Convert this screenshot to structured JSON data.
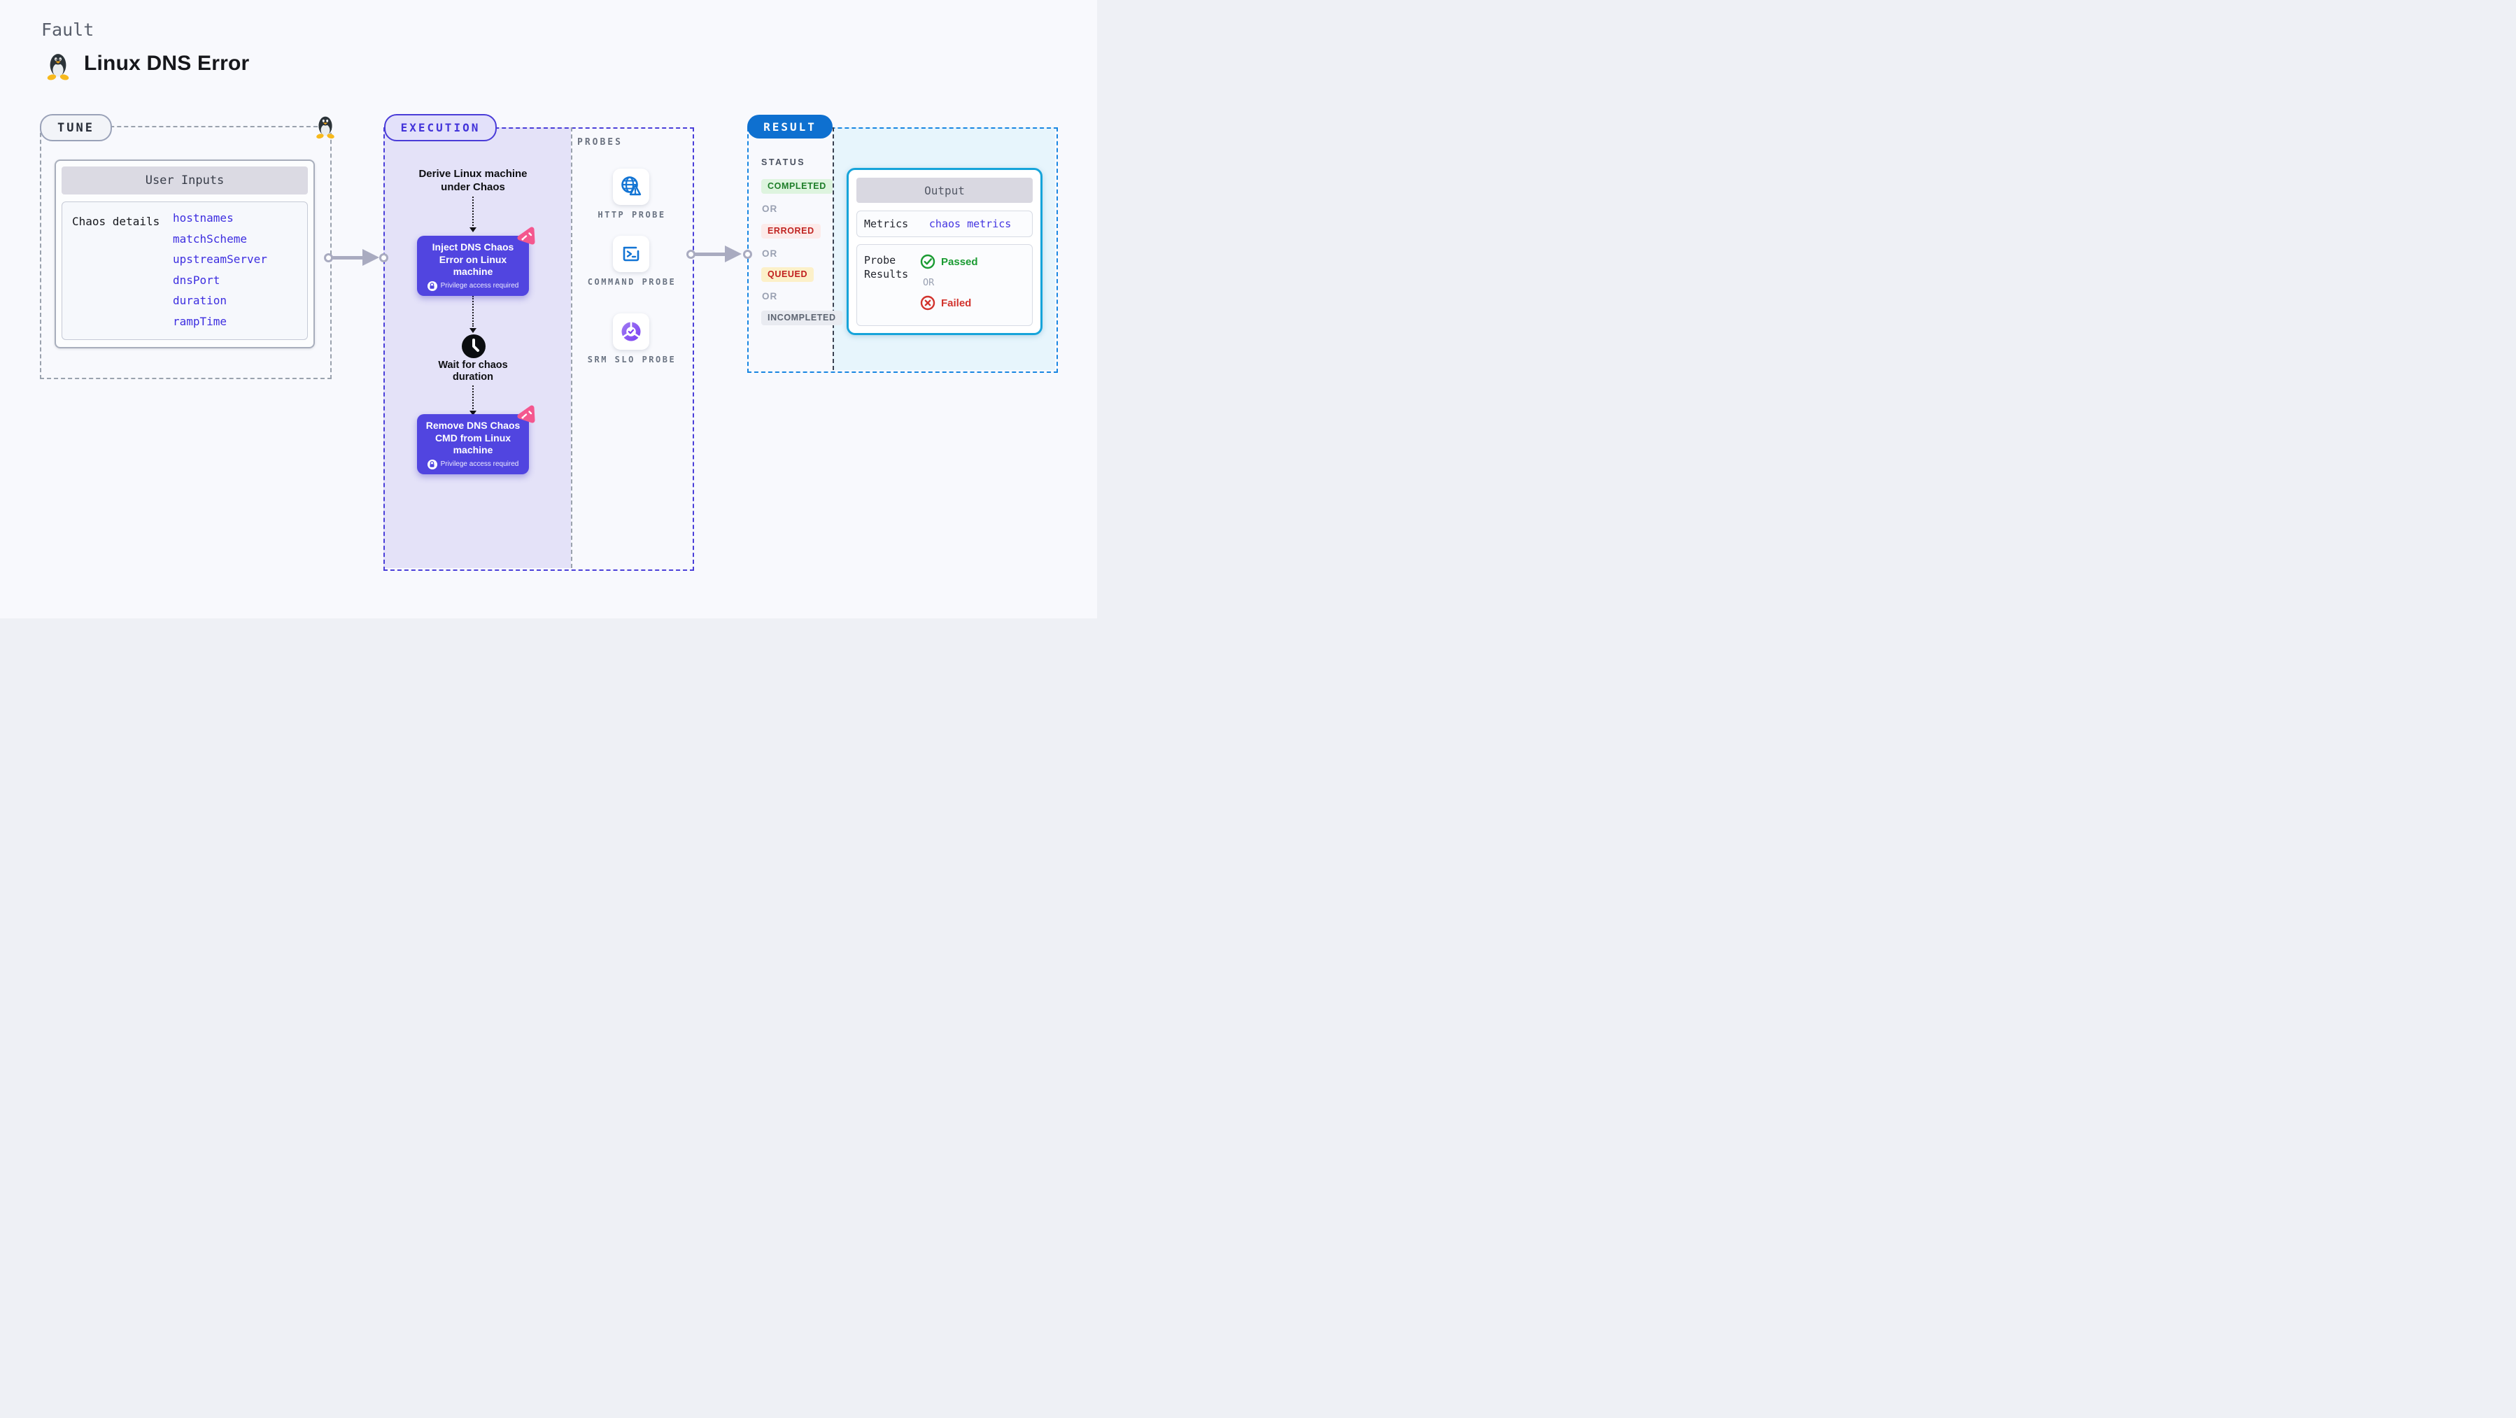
{
  "header": {
    "eyebrow": "Fault",
    "title": "Linux DNS Error"
  },
  "tune": {
    "badge": "TUNE",
    "card_header": "User Inputs",
    "row_label": "Chaos details",
    "inputs": [
      "hostnames",
      "matchScheme",
      "upstreamServer",
      "dnsPort",
      "duration",
      "rampTime"
    ],
    "input_color": "#3d2ee0"
  },
  "execution": {
    "badge": "EXECUTION",
    "accent_color": "#4a3cd8",
    "node_color": "#5145e0",
    "steps": {
      "derive": "Derive Linux machine under Chaos",
      "inject": "Inject DNS Chaos Error on Linux machine",
      "privilege": "Privilege access required",
      "wait": "Wait for chaos duration",
      "remove": "Remove DNS Chaos CMD from Linux machine"
    }
  },
  "probes": {
    "label": "PROBES",
    "items": [
      {
        "label": "HTTP PROBE",
        "icon": "globe-alert-icon"
      },
      {
        "label": "COMMAND PROBE",
        "icon": "terminal-icon"
      },
      {
        "label": "SRM SLO PROBE",
        "icon": "slo-pie-check-icon"
      }
    ]
  },
  "result": {
    "badge": "RESULT",
    "badge_color": "#0e70d0",
    "status_label": "STATUS",
    "or_label": "OR",
    "statuses": [
      {
        "label": "COMPLETED",
        "text_color": "#1e7e29",
        "bg": "#def4df"
      },
      {
        "label": "ERRORED",
        "text_color": "#c02421",
        "bg": "#fcebea"
      },
      {
        "label": "QUEUED",
        "text_color": "#c01d1d",
        "bg": "#fcf0c9"
      },
      {
        "label": "INCOMPLETED",
        "text_color": "#5c6370",
        "bg": "#e9ebf1"
      }
    ],
    "output": {
      "header": "Output",
      "metrics_label": "Metrics",
      "metrics_value": "chaos metrics",
      "metrics_value_color": "#4435e1",
      "probe_label": "Probe Results",
      "passed": "Passed",
      "passed_color": "#1a9b32",
      "or": "OR",
      "failed": "Failed",
      "failed_color": "#d2332d"
    }
  }
}
